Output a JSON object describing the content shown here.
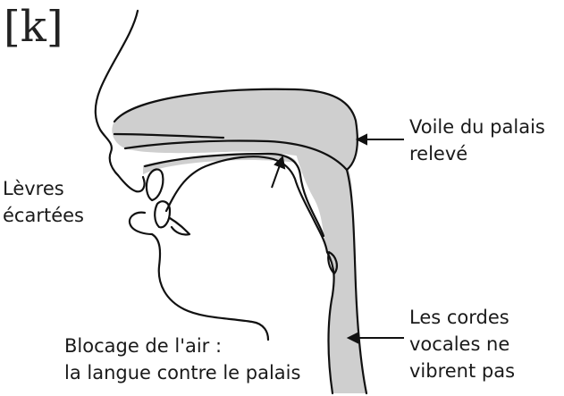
{
  "title": "[k]",
  "labels": {
    "voile": [
      "Voile du palais",
      "relevé"
    ],
    "levres": [
      "Lèvres",
      "écartées"
    ],
    "cordes": [
      "Les cordes",
      "vocales ne",
      "vibrent pas"
    ],
    "blocage": [
      "Blocage de l'air :",
      "la langue contre le palais"
    ]
  },
  "colors": {
    "fill": "#cfcfcf",
    "stroke": "#111111"
  }
}
